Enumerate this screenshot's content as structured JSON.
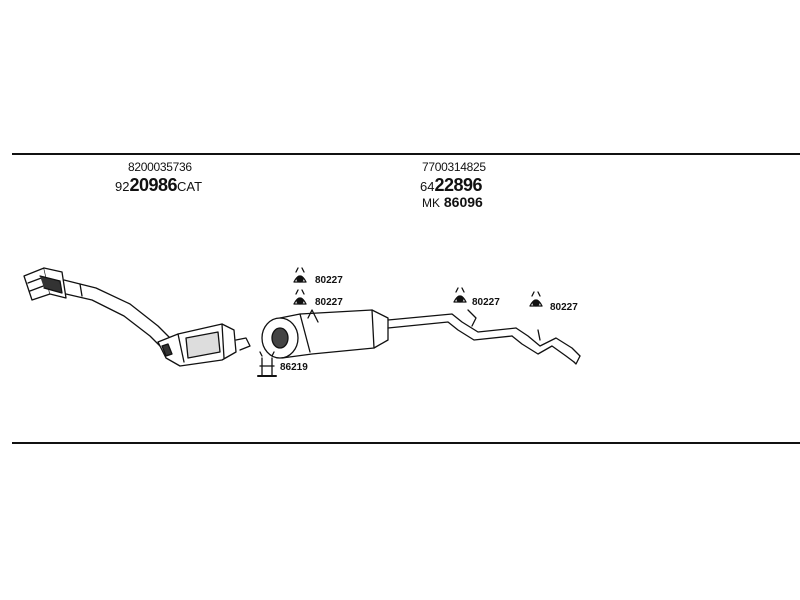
{
  "sections": [
    {
      "oe_number": "8200035736",
      "part_prefix": "92",
      "part_main": "20986",
      "part_suffix": "CAT"
    },
    {
      "oe_number": "7700314825",
      "part_prefix": "64",
      "part_main": "22896",
      "part_suffix": "",
      "mk_prefix": "MK",
      "mk_number": "86096"
    }
  ],
  "hardware": {
    "hanger_1": "80227",
    "hanger_2": "80227",
    "hanger_3": "80227",
    "hanger_4": "80227",
    "clamp": "86219"
  },
  "colors": {
    "line": "#111111",
    "fill": "#ffffff"
  }
}
